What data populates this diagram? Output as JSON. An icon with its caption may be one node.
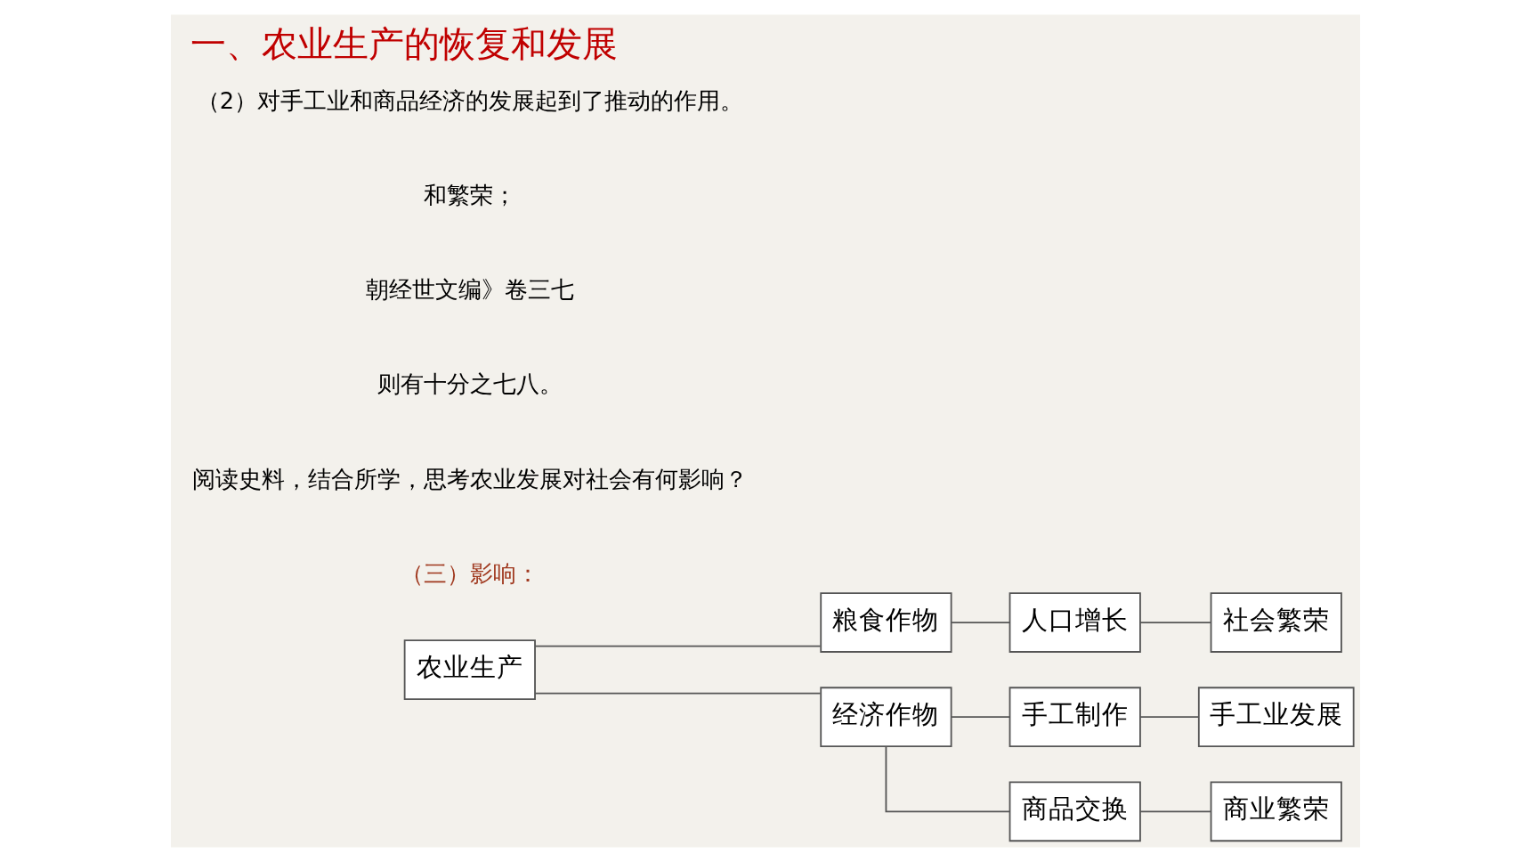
{
  "diagram": {
    "title": "一、农业生产的恢复和发展",
    "nodes": [
      {
        "text": [
          "农业生产"
        ]
      },
      {
        "text": [
          "粮食作物"
        ]
      },
      {
        "text": [
          "经济作物"
        ]
      },
      {
        "text": [
          "人口增长"
        ]
      },
      {
        "text": [
          "社会繁荣"
        ]
      },
      {
        "text": [
          "手工制作"
        ]
      },
      {
        "text": [
          "手工业发展"
        ]
      },
      {
        "text": [
          "商品交换"
        ]
      },
      {
        "text": [
          "商业繁荣"
        ]
      }
    ],
    "edges": [
      {
        "from": 0,
        "to": 1,
        "arrow": "none"
      },
      {
        "from": 0,
        "to": 2,
        "arrow": "none"
      },
      {
        "from": 1,
        "to": 3,
        "arrow": "none"
      },
      {
        "from": 3,
        "to": 4,
        "arrow": "none"
      },
      {
        "from": 2,
        "to": 5,
        "arrow": "none"
      },
      {
        "from": 2,
        "to": 7,
        "arrow": "none"
      },
      {
        "from": 5,
        "to": 6,
        "arrow": "none"
      },
      {
        "from": 7,
        "to": 8,
        "arrow": "none"
      }
    ],
    "labels": [
      "（三）影响：",
      "阅读史料，结合所学，思考农业发展对社会有何影响？",
      "则有十分之七八。",
      "朝经世文编》卷三七",
      "和繁荣；",
      "（2）对手工业和商品经济的发展起到了推动的作用。"
    ]
  }
}
